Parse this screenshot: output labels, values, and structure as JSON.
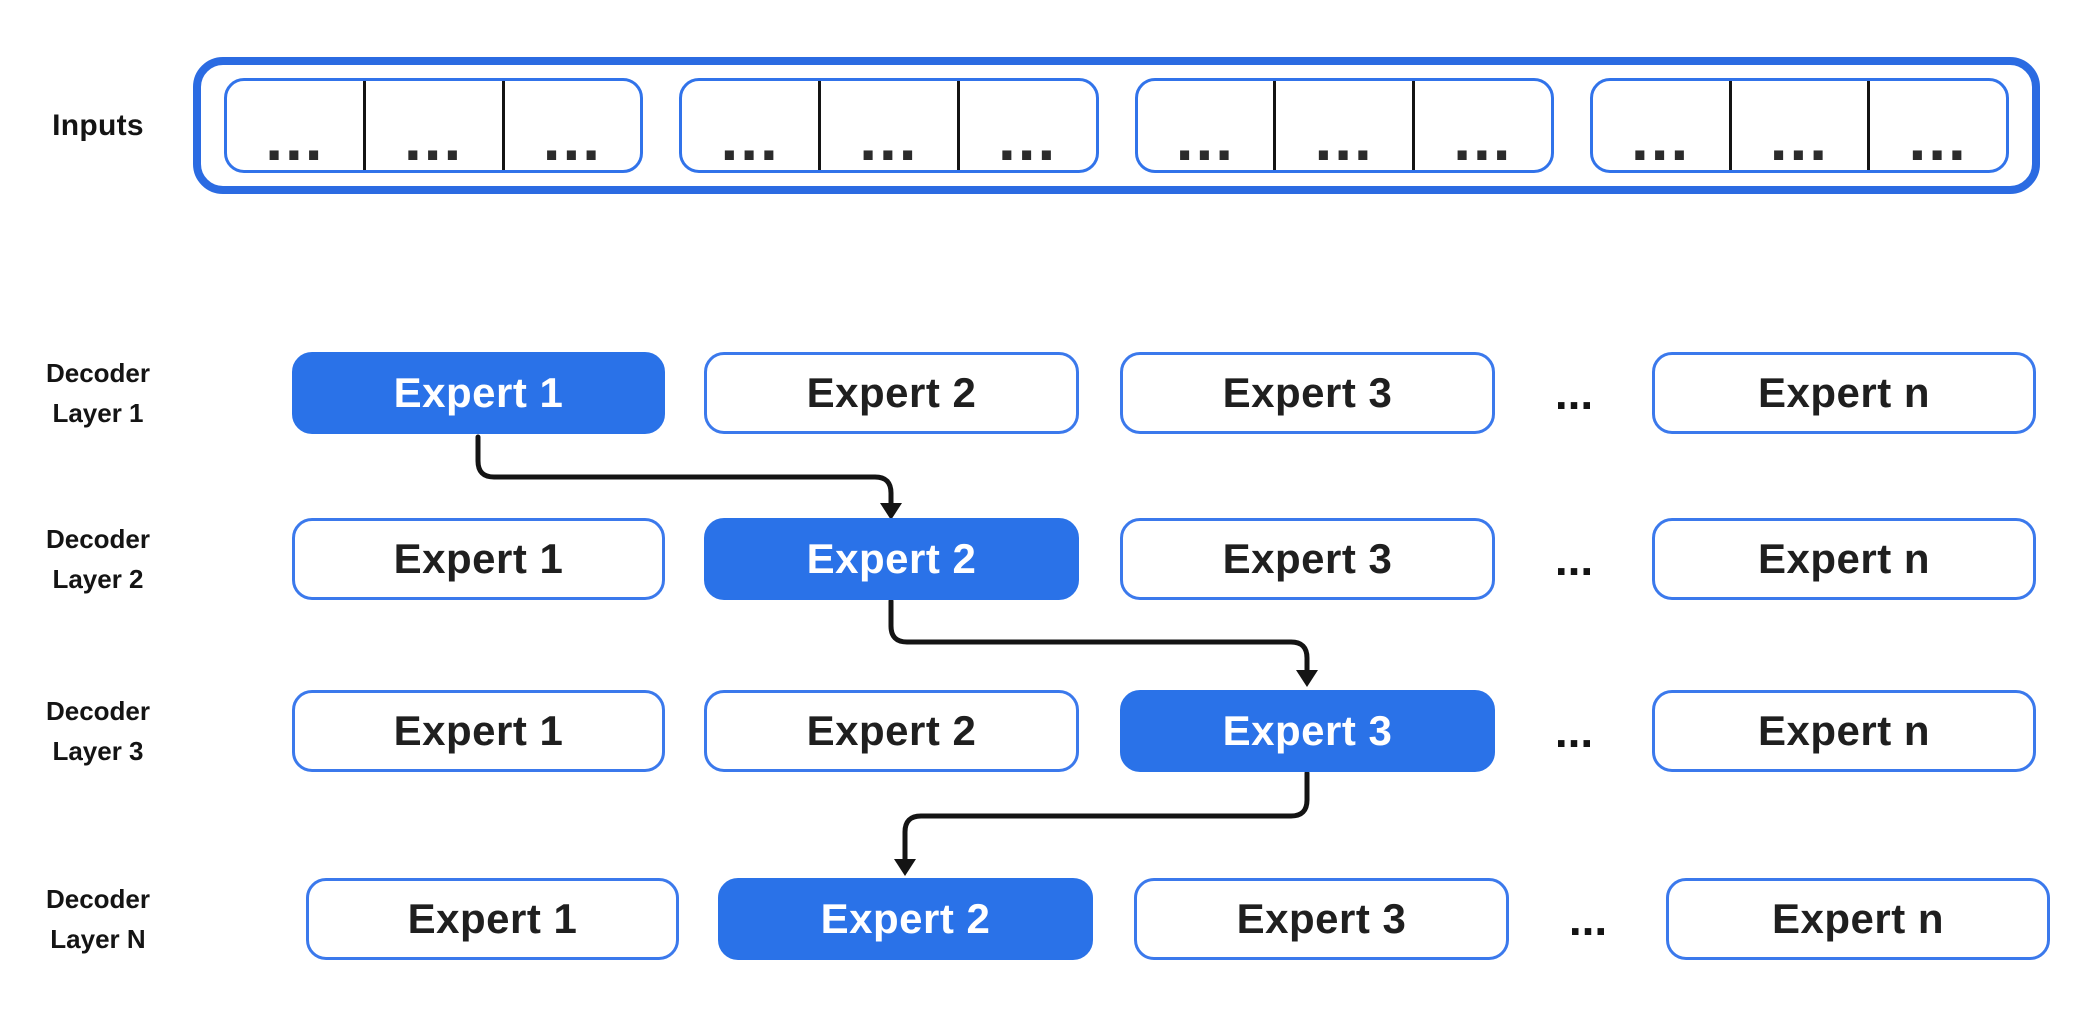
{
  "inputs": {
    "label": "Inputs",
    "group_count": 4,
    "cells_per_group": 3,
    "cell_text": "..."
  },
  "layers": [
    {
      "label_line1": "Decoder",
      "label_line2": "Layer 1",
      "experts": [
        "Expert 1",
        "Expert 2",
        "Expert 3",
        "Expert n"
      ],
      "dots": "...",
      "active_expert": 0
    },
    {
      "label_line1": "Decoder",
      "label_line2": "Layer 2",
      "experts": [
        "Expert 1",
        "Expert 2",
        "Expert 3",
        "Expert n"
      ],
      "dots": "...",
      "active_expert": 1
    },
    {
      "label_line1": "Decoder",
      "label_line2": "Layer 3",
      "experts": [
        "Expert 1",
        "Expert 2",
        "Expert 3",
        "Expert n"
      ],
      "dots": "...",
      "active_expert": 2
    },
    {
      "label_line1": "Decoder",
      "label_line2": "Layer N",
      "experts": [
        "Expert 1",
        "Expert 2",
        "Expert 3",
        "Expert n"
      ],
      "dots": "...",
      "active_expert": 1
    }
  ],
  "routing": [
    {
      "from": "Decoder Layer 1 / Expert 1",
      "to": "Decoder Layer 2 / Expert 2"
    },
    {
      "from": "Decoder Layer 2 / Expert 2",
      "to": "Decoder Layer 3 / Expert 3"
    },
    {
      "from": "Decoder Layer 3 / Expert 3",
      "to": "Decoder Layer N / Expert 2"
    }
  ],
  "colors": {
    "active_fill": "#2A72E8",
    "box_border": "#3B79EC",
    "strip_border": "#2B6BE2",
    "arrow": "#141414",
    "text": "#141414"
  }
}
